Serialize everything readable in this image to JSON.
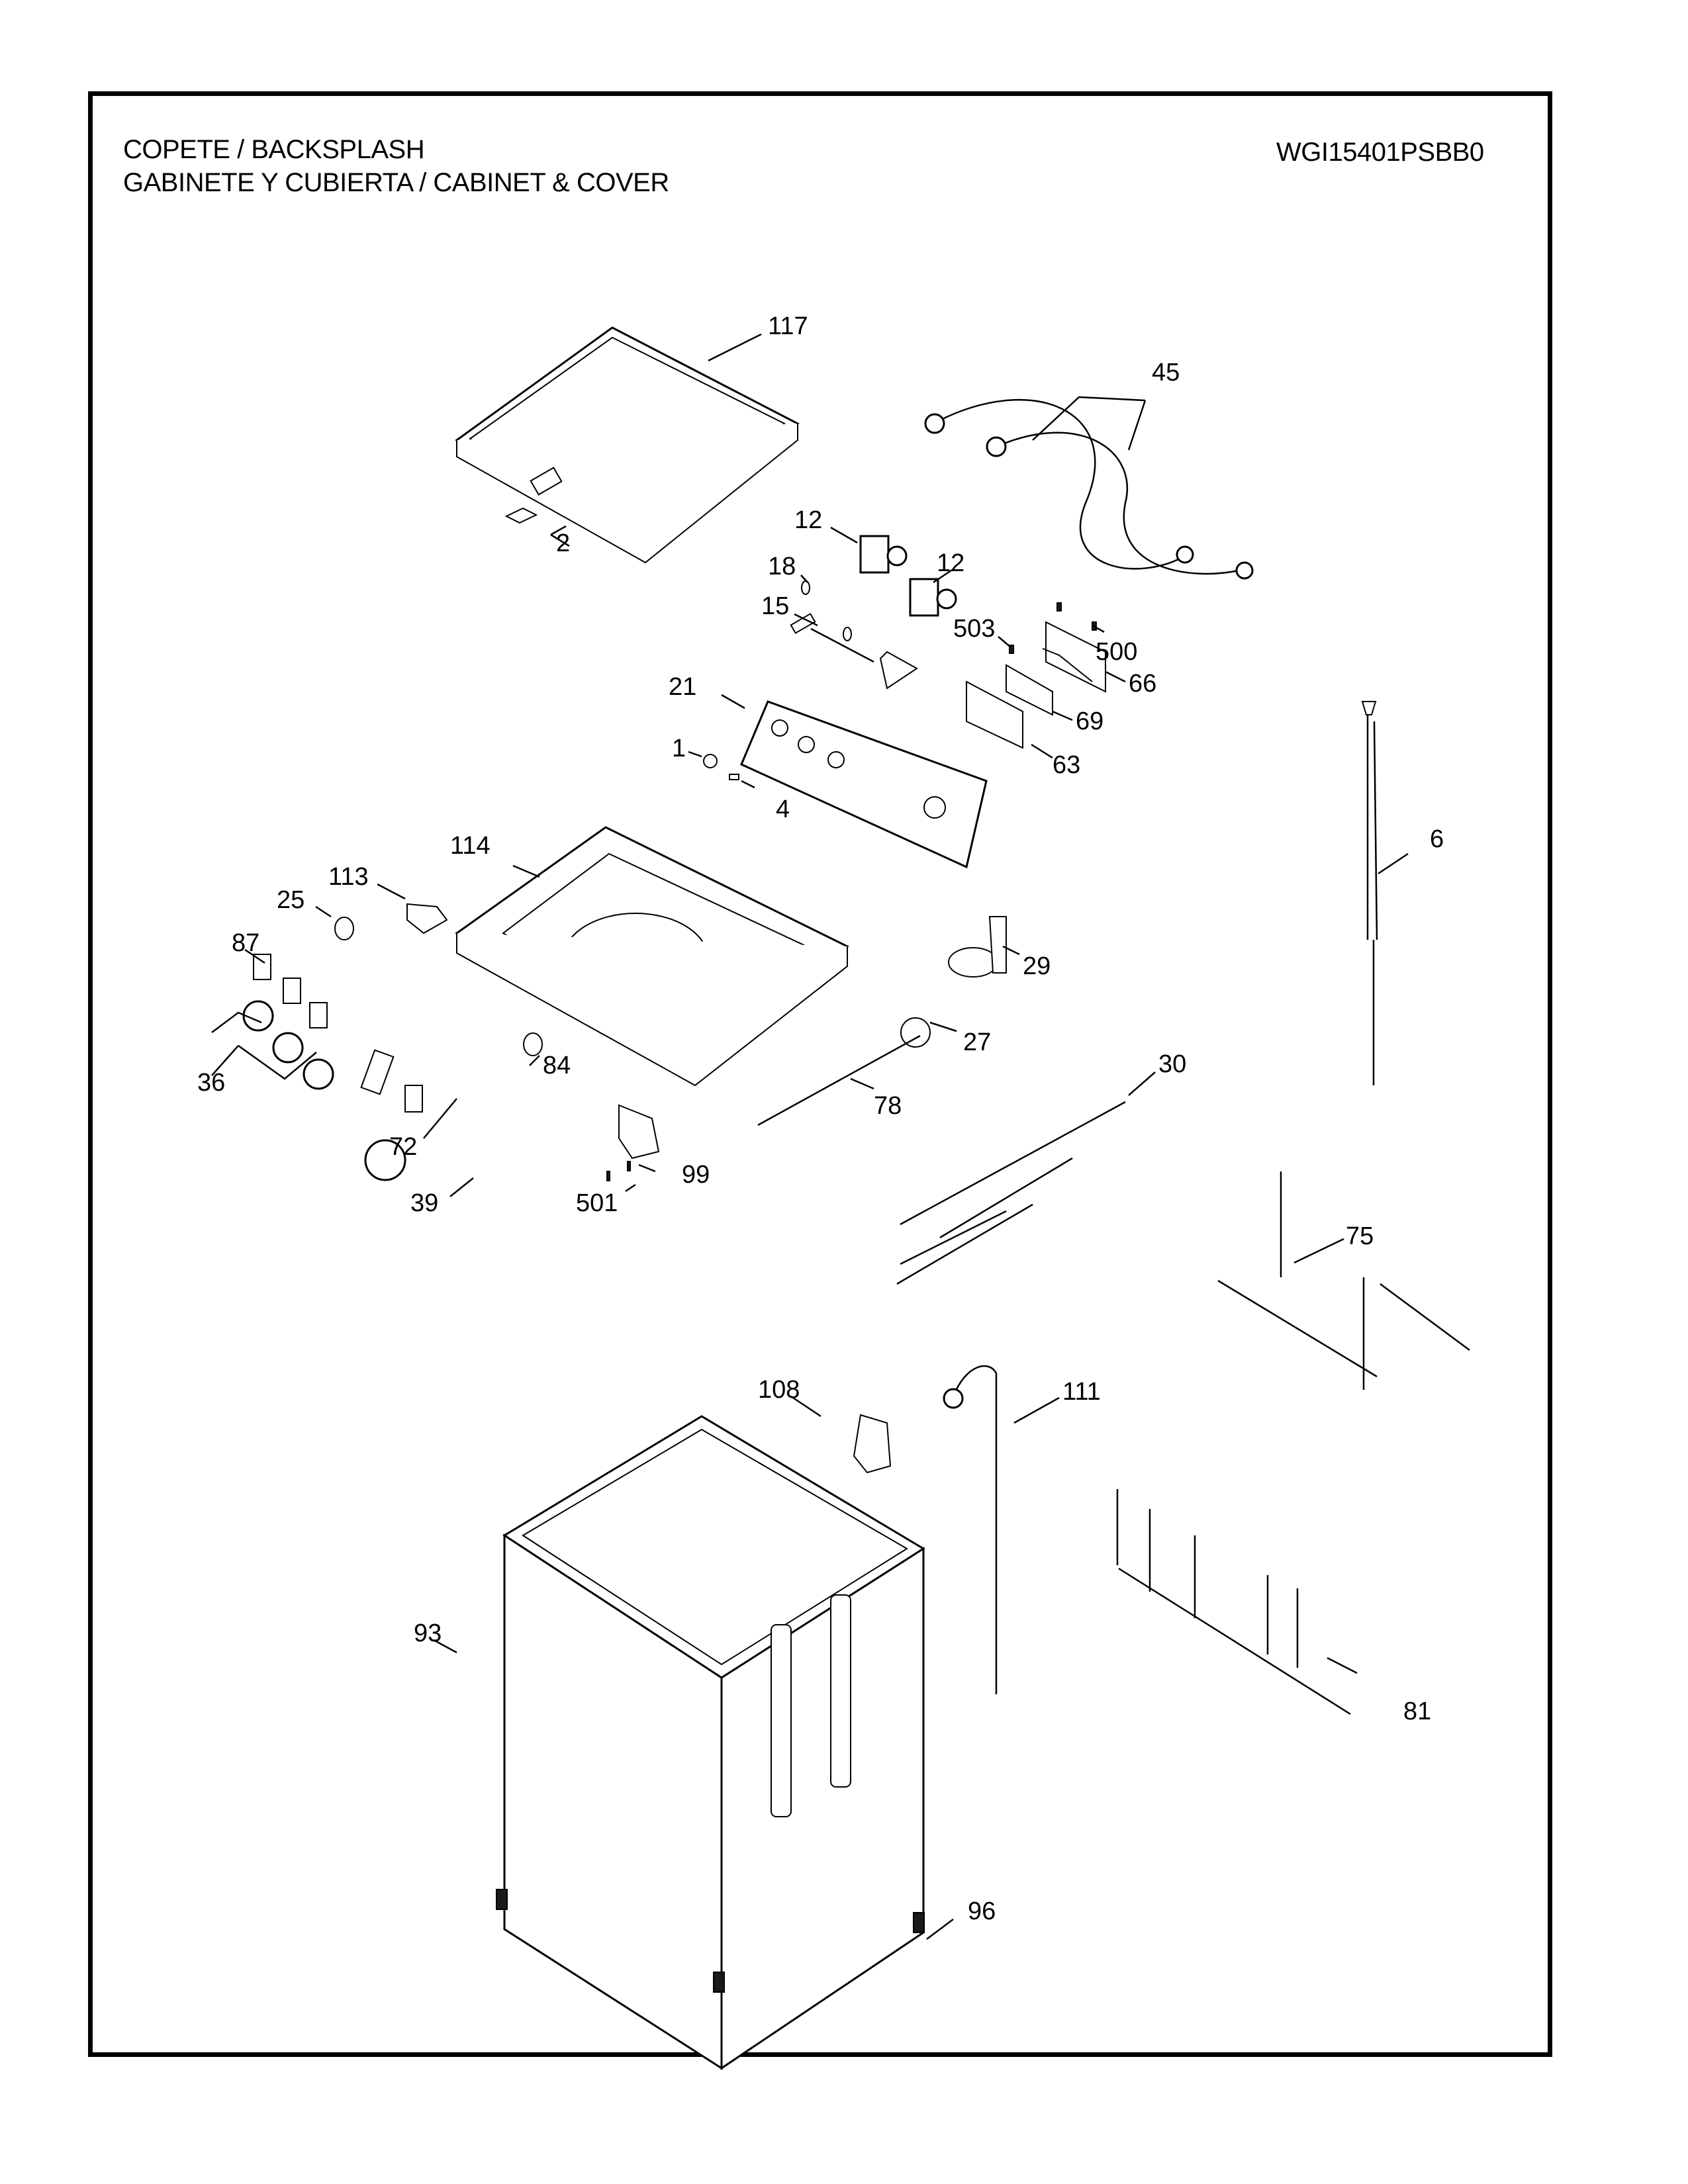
{
  "header": {
    "title_line1": "COPETE / BACKSPLASH",
    "title_line2": "GABINETE Y CUBIERTA / CABINET & COVER",
    "model_number": "WGI15401PSBB0"
  },
  "callouts": [
    {
      "id": "117",
      "label": "117"
    },
    {
      "id": "2",
      "label": "2"
    },
    {
      "id": "45",
      "label": "45"
    },
    {
      "id": "12a",
      "label": "12"
    },
    {
      "id": "12b",
      "label": "12"
    },
    {
      "id": "18",
      "label": "18"
    },
    {
      "id": "15",
      "label": "15"
    },
    {
      "id": "503",
      "label": "503"
    },
    {
      "id": "500",
      "label": "500"
    },
    {
      "id": "66",
      "label": "66"
    },
    {
      "id": "21",
      "label": "21"
    },
    {
      "id": "69",
      "label": "69"
    },
    {
      "id": "1",
      "label": "1"
    },
    {
      "id": "63",
      "label": "63"
    },
    {
      "id": "4",
      "label": "4"
    },
    {
      "id": "6",
      "label": "6"
    },
    {
      "id": "114",
      "label": "114"
    },
    {
      "id": "113",
      "label": "113"
    },
    {
      "id": "25",
      "label": "25"
    },
    {
      "id": "87",
      "label": "87"
    },
    {
      "id": "29",
      "label": "29"
    },
    {
      "id": "36",
      "label": "36"
    },
    {
      "id": "27",
      "label": "27"
    },
    {
      "id": "84",
      "label": "84"
    },
    {
      "id": "30",
      "label": "30"
    },
    {
      "id": "72",
      "label": "72"
    },
    {
      "id": "78",
      "label": "78"
    },
    {
      "id": "99",
      "label": "99"
    },
    {
      "id": "39",
      "label": "39"
    },
    {
      "id": "501",
      "label": "501"
    },
    {
      "id": "75",
      "label": "75"
    },
    {
      "id": "108",
      "label": "108"
    },
    {
      "id": "111",
      "label": "111"
    },
    {
      "id": "93",
      "label": "93"
    },
    {
      "id": "81",
      "label": "81"
    },
    {
      "id": "96",
      "label": "96"
    }
  ]
}
